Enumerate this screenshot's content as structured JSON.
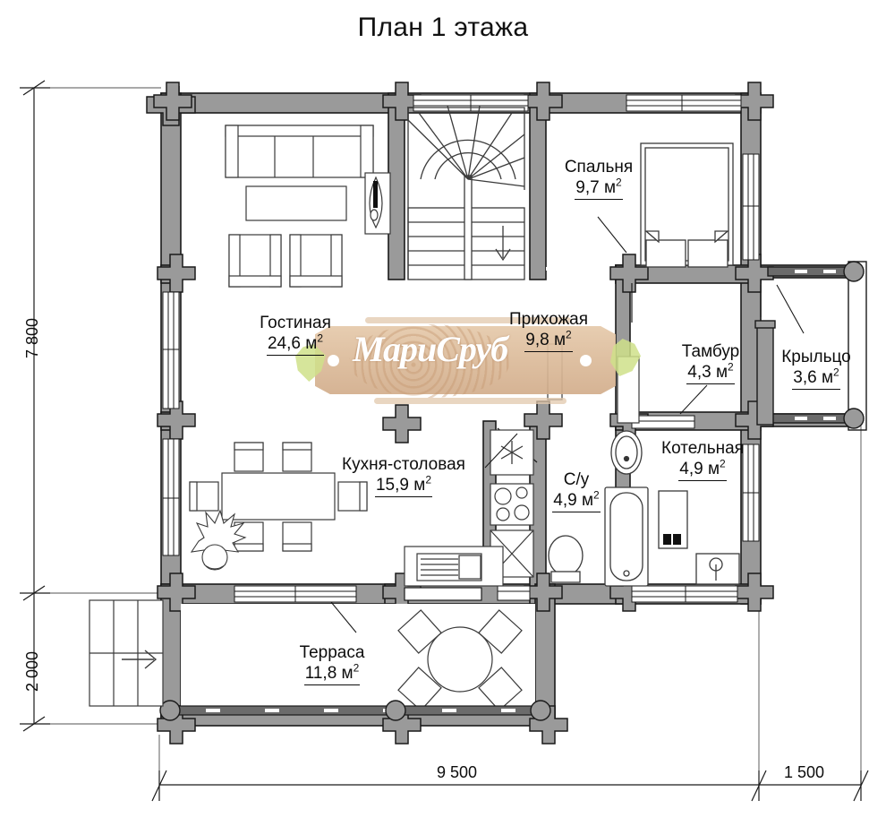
{
  "header": {
    "title": "План 1 этажа"
  },
  "watermark": {
    "brand": "МариСруб",
    "banner_color": "#dbba99",
    "leaf_color": "#cfe08a"
  },
  "rooms": [
    {
      "id": "spalnya",
      "name": "Спальня",
      "area": "9,7",
      "unit": "м",
      "exponent": "2"
    },
    {
      "id": "gostinaya",
      "name": "Гостиная",
      "area": "24,6",
      "unit": "м",
      "exponent": "2"
    },
    {
      "id": "prihozhaya",
      "name": "Прихожая",
      "area": "9,8",
      "unit": "м",
      "exponent": "2"
    },
    {
      "id": "tambur",
      "name": "Тамбур",
      "area": "4,3",
      "unit": "м",
      "exponent": "2"
    },
    {
      "id": "krylco",
      "name": "Крыльцо",
      "area": "3,6",
      "unit": "м",
      "exponent": "2"
    },
    {
      "id": "kotelnaya",
      "name": "Котельная",
      "area": "4,9",
      "unit": "м",
      "exponent": "2"
    },
    {
      "id": "sanuzel",
      "name": "С/у",
      "area": "4,9",
      "unit": "м",
      "exponent": "2"
    },
    {
      "id": "kuhnya",
      "name": "Кухня-столовая",
      "area": "15,9",
      "unit": "м",
      "exponent": "2"
    },
    {
      "id": "terrasa",
      "name": "Терраса",
      "area": "11,8",
      "unit": "м",
      "exponent": "2"
    }
  ],
  "dimensions": {
    "left_upper": "7 800",
    "left_lower": "2 000",
    "bottom_main": "9 500",
    "bottom_right": "1 500"
  },
  "style": {
    "wall_fill": "#9a9a9a",
    "wall_stroke": "#1a1a1a",
    "furniture_stroke": "#3a3a3a",
    "dim_line": "#1a1a1a"
  }
}
